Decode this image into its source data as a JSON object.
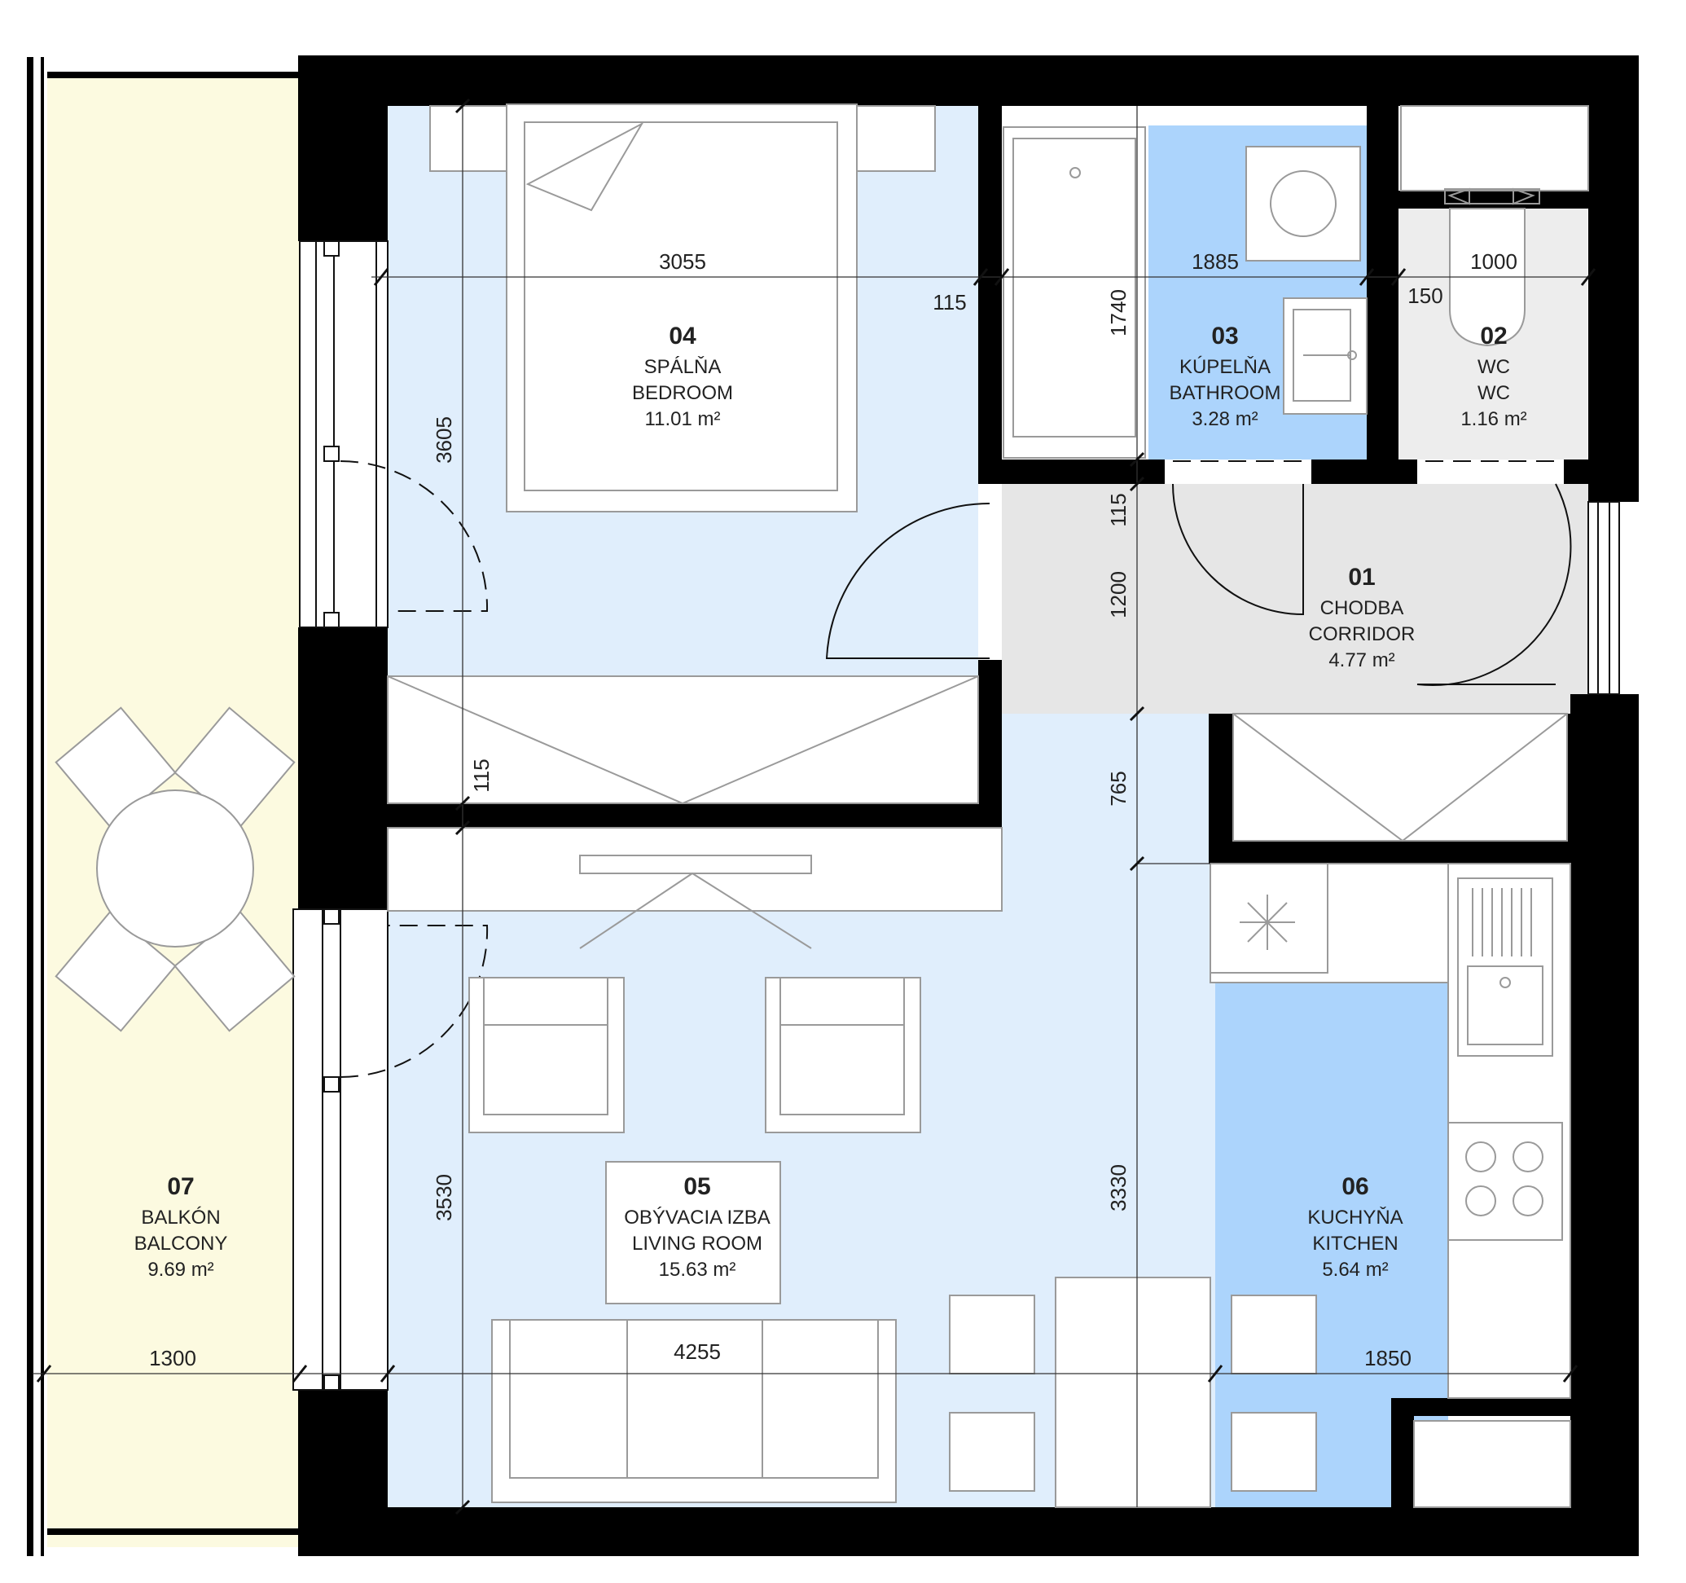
{
  "rooms": [
    {
      "id": "01",
      "name_sk": "CHODBA",
      "name_en": "CORRIDOR",
      "area": "4.77 m²"
    },
    {
      "id": "02",
      "name_sk": "WC",
      "name_en": "WC",
      "area": "1.16 m²"
    },
    {
      "id": "03",
      "name_sk": "KÚPELŇA",
      "name_en": "BATHROOM",
      "area": "3.28 m²"
    },
    {
      "id": "04",
      "name_sk": "SPÁLŇA",
      "name_en": "BEDROOM",
      "area": "11.01 m²"
    },
    {
      "id": "05",
      "name_sk": "OBÝVACIA IZBA",
      "name_en": "LIVING ROOM",
      "area": "15.63 m²"
    },
    {
      "id": "06",
      "name_sk": "KUCHYŇA",
      "name_en": "KITCHEN",
      "area": "5.64 m²"
    },
    {
      "id": "07",
      "name_sk": "BALKÓN",
      "name_en": "BALCONY",
      "area": "9.69 m²"
    }
  ],
  "dimensions": {
    "bedroom_width": "3055",
    "bedroom_depth": "3605",
    "bath_width": "1885",
    "bath_depth": "1740",
    "wc_width": "1000",
    "wc_offset": "150",
    "wall_bed_bath": "115",
    "wall_bath_corr": "115",
    "wall_bed_living": "115",
    "corridor_depth": "1200",
    "wardrobe_depth": "765",
    "living_depth": "3530",
    "kitchen_depth": "3330",
    "living_width": "4255",
    "kitchen_width": "1850",
    "balcony_width": "1300"
  },
  "colors": {
    "wall": "#000000",
    "room_light_blue": "#e0eefc",
    "room_blue": "#acd4fc",
    "corridor": "#e6e6e6",
    "wc": "#ededed",
    "balcony": "#fcfae0"
  }
}
